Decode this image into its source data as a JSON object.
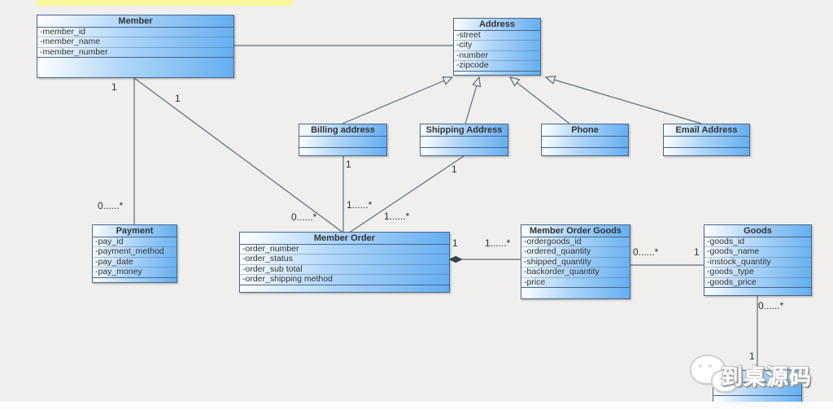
{
  "diagram": {
    "type": "uml-class-diagram",
    "colors": {
      "background": "#f0efee",
      "node_gradient_start": "#ffffff",
      "node_gradient_end": "#64aef0",
      "node_border": "#47658c",
      "connector": "#5f6b77",
      "highlight_bar": "#f8f89a",
      "label_text": "#2e2e2e"
    }
  },
  "classes": [
    {
      "title": "Member",
      "attrs": [
        "-member_id",
        "-member_name",
        "-member_number"
      ]
    },
    {
      "title": "Address",
      "attrs": [
        "-street",
        "-city",
        "-number",
        "-zipcode"
      ]
    },
    {
      "title": "Billing address",
      "attrs": []
    },
    {
      "title": "Shipping Address",
      "attrs": []
    },
    {
      "title": "Phone",
      "attrs": []
    },
    {
      "title": "Email Address",
      "attrs": []
    },
    {
      "title": "Payment",
      "attrs": [
        "-pay_id",
        "-payment_method",
        "-pay_date",
        "-pay_money"
      ]
    },
    {
      "title": "Member Order",
      "attrs": [
        "-order_number",
        "-order_status",
        "-order_sub total",
        "-order_shipping method"
      ]
    },
    {
      "title": "Member Order Goods",
      "attrs": [
        "-ordergoods_id",
        "-ordered_quantity",
        "-shipped_quantity",
        "-backorder_quantity",
        "-price"
      ]
    },
    {
      "title": "Goods",
      "attrs": [
        "-goods_id",
        "-goods_name",
        "-instock_quantity",
        "-goods_type",
        "-goods_price"
      ]
    },
    {
      "title": "",
      "attrs": []
    }
  ],
  "labels": [
    {
      "text": "1",
      "edge": "member-payment, member end"
    },
    {
      "text": "0......*",
      "edge": "member-payment, payment end"
    },
    {
      "text": "1",
      "edge": "member-order, member end"
    },
    {
      "text": "0......*",
      "edge": "member-order, order end"
    },
    {
      "text": "1",
      "edge": "billing-order, billing end"
    },
    {
      "text": "1......*",
      "edge": "billing-order, order end"
    },
    {
      "text": "1",
      "edge": "shipping-order, shipping end"
    },
    {
      "text": "1......*",
      "edge": "shipping-order, order end"
    },
    {
      "text": "1",
      "edge": "order-ordergoods, order end"
    },
    {
      "text": "1......*",
      "edge": "order-ordergoods, ordergoods end"
    },
    {
      "text": "0......*",
      "edge": "ordergoods-goods, ordergoods end"
    },
    {
      "text": "1",
      "edge": "ordergoods-goods, goods end"
    },
    {
      "text": "0......*",
      "edge": "goods-bottom, goods end"
    },
    {
      "text": "1",
      "edge": "goods-bottom, bottom end"
    }
  ],
  "watermark": {
    "text": "到桌源码",
    "icon": "chat-bubbles-icon"
  }
}
